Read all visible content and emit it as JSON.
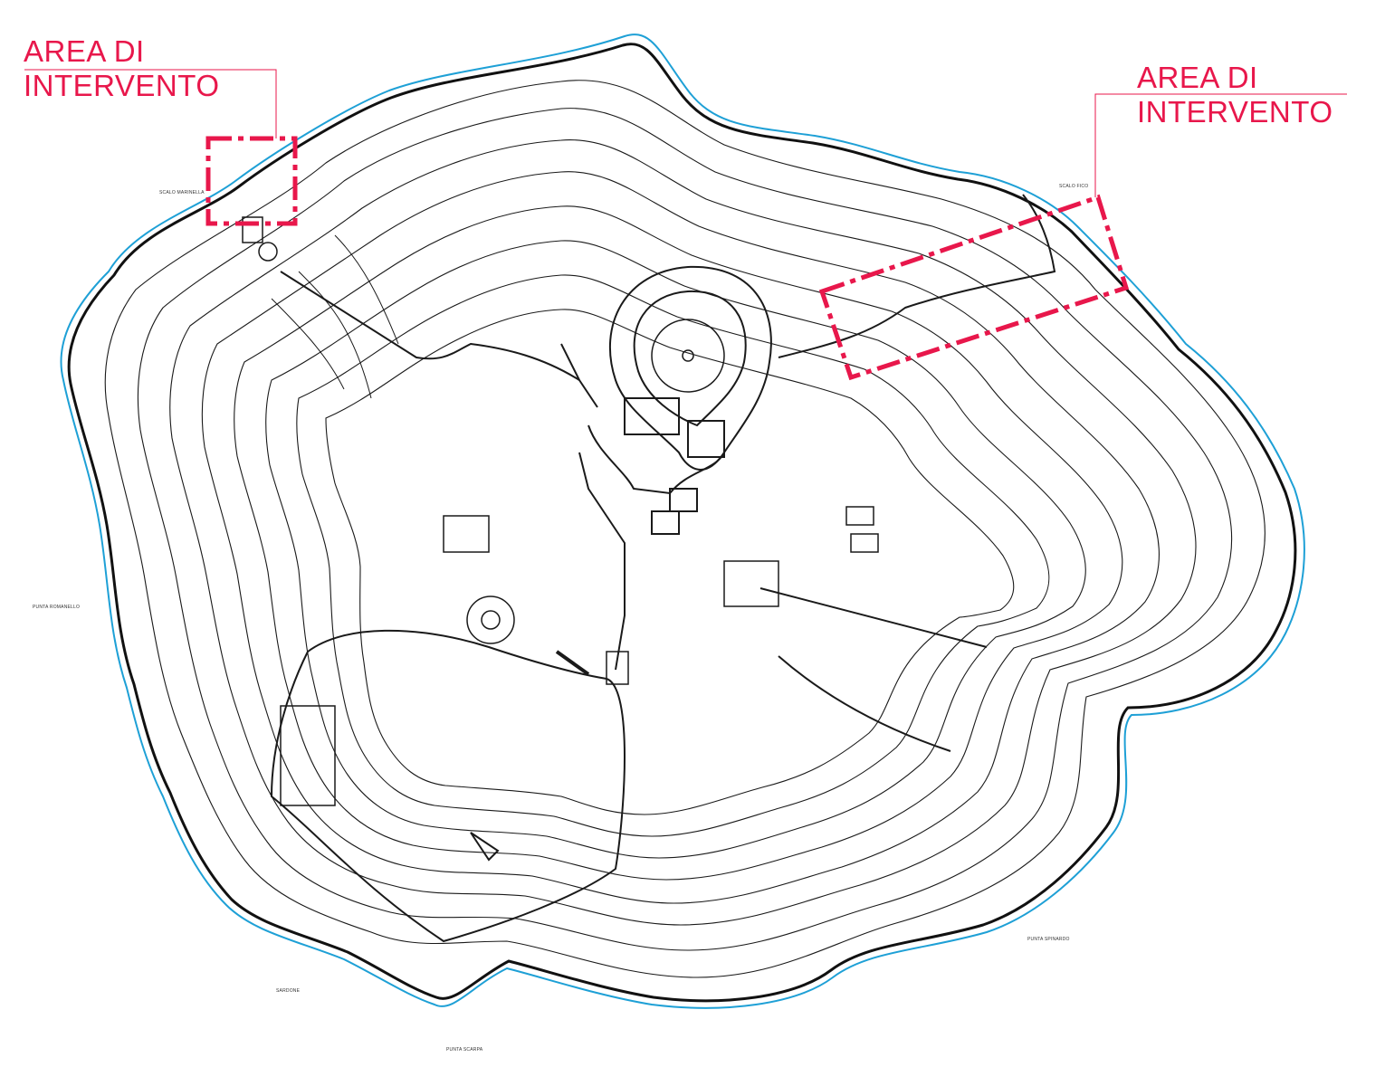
{
  "map": {
    "colors": {
      "coast": "#1ea0d6",
      "contour": "#1a1a1a",
      "highlight": "#e8174b"
    },
    "callouts": [
      {
        "line1": "AREA DI",
        "line2": "INTERVENTO"
      },
      {
        "line1": "AREA DI",
        "line2": "INTERVENTO"
      }
    ],
    "place_labels": {
      "nw": "SCALO MARINELLA",
      "ne": "SCALO FICO",
      "w": "PUNTA ROMANELLO",
      "sw": "SARDONE",
      "s": "PUNTA SCARPA",
      "se": "PUNTA SPINARDO"
    },
    "icons": [
      "dashed-rectangle",
      "leader-line"
    ]
  }
}
